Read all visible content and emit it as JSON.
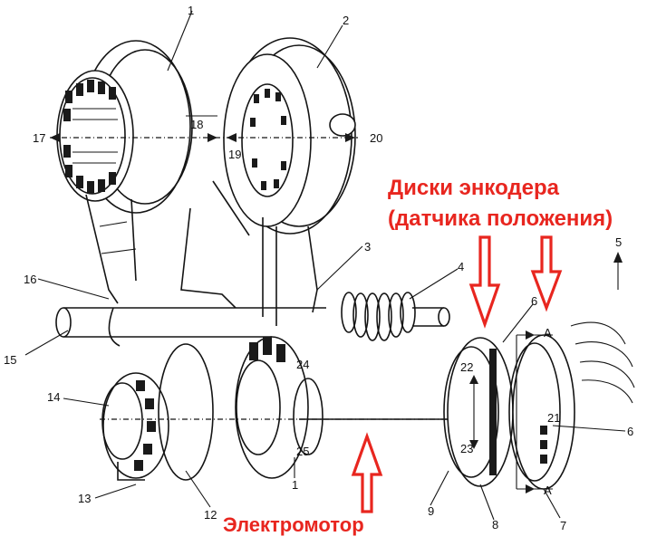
{
  "annotations": {
    "encoder_line1": "Диски энкодера",
    "encoder_line2": "(датчика положения)",
    "motor": "Электромотор",
    "accent_color": "#e8261f"
  },
  "part_numbers": {
    "n1_top": "1",
    "n2": "2",
    "n3": "3",
    "n4": "4",
    "n5": "5",
    "n6_upper": "6",
    "n6_right": "6",
    "n7": "7",
    "n8": "8",
    "n9": "9",
    "n1_bottom": "1",
    "n12": "12",
    "n13": "13",
    "n14": "14",
    "n15": "15",
    "n16": "16",
    "n17": "17",
    "n18": "18",
    "n19": "19",
    "n20": "20",
    "n21": "21",
    "n22": "22",
    "n23": "23",
    "n24": "24",
    "n25": "25",
    "section_a_top": "A",
    "section_a_bottom": "A"
  }
}
